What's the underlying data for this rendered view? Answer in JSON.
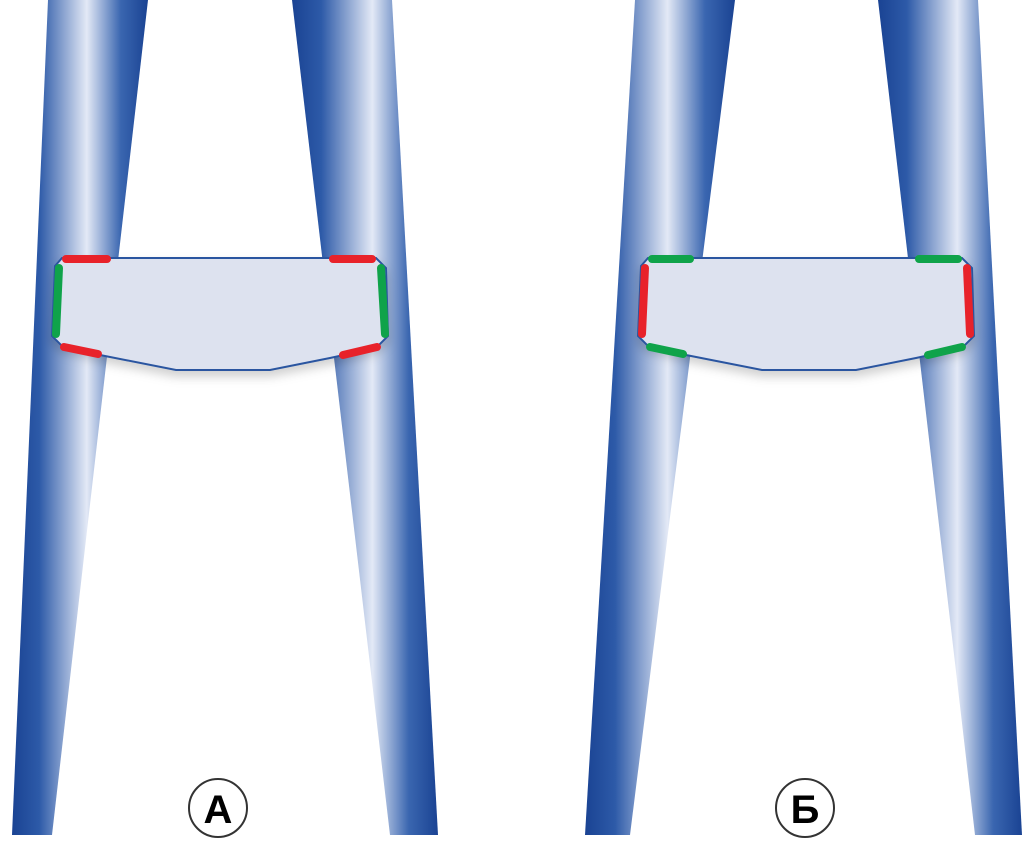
{
  "panels": [
    {
      "label": "А",
      "top_edge_color": "red",
      "side_edge_color": "green",
      "bottom_edge_color": "red"
    },
    {
      "label": "Б",
      "top_edge_color": "green",
      "side_edge_color": "red",
      "bottom_edge_color": "green"
    }
  ],
  "colors": {
    "leg_dark": "#1d4796",
    "leg_light": "#e3e9f6",
    "crossbar_fill": "#dde2ef",
    "crossbar_stroke": "#2a55a0",
    "red": "#e8222a",
    "green": "#0fa34a"
  }
}
